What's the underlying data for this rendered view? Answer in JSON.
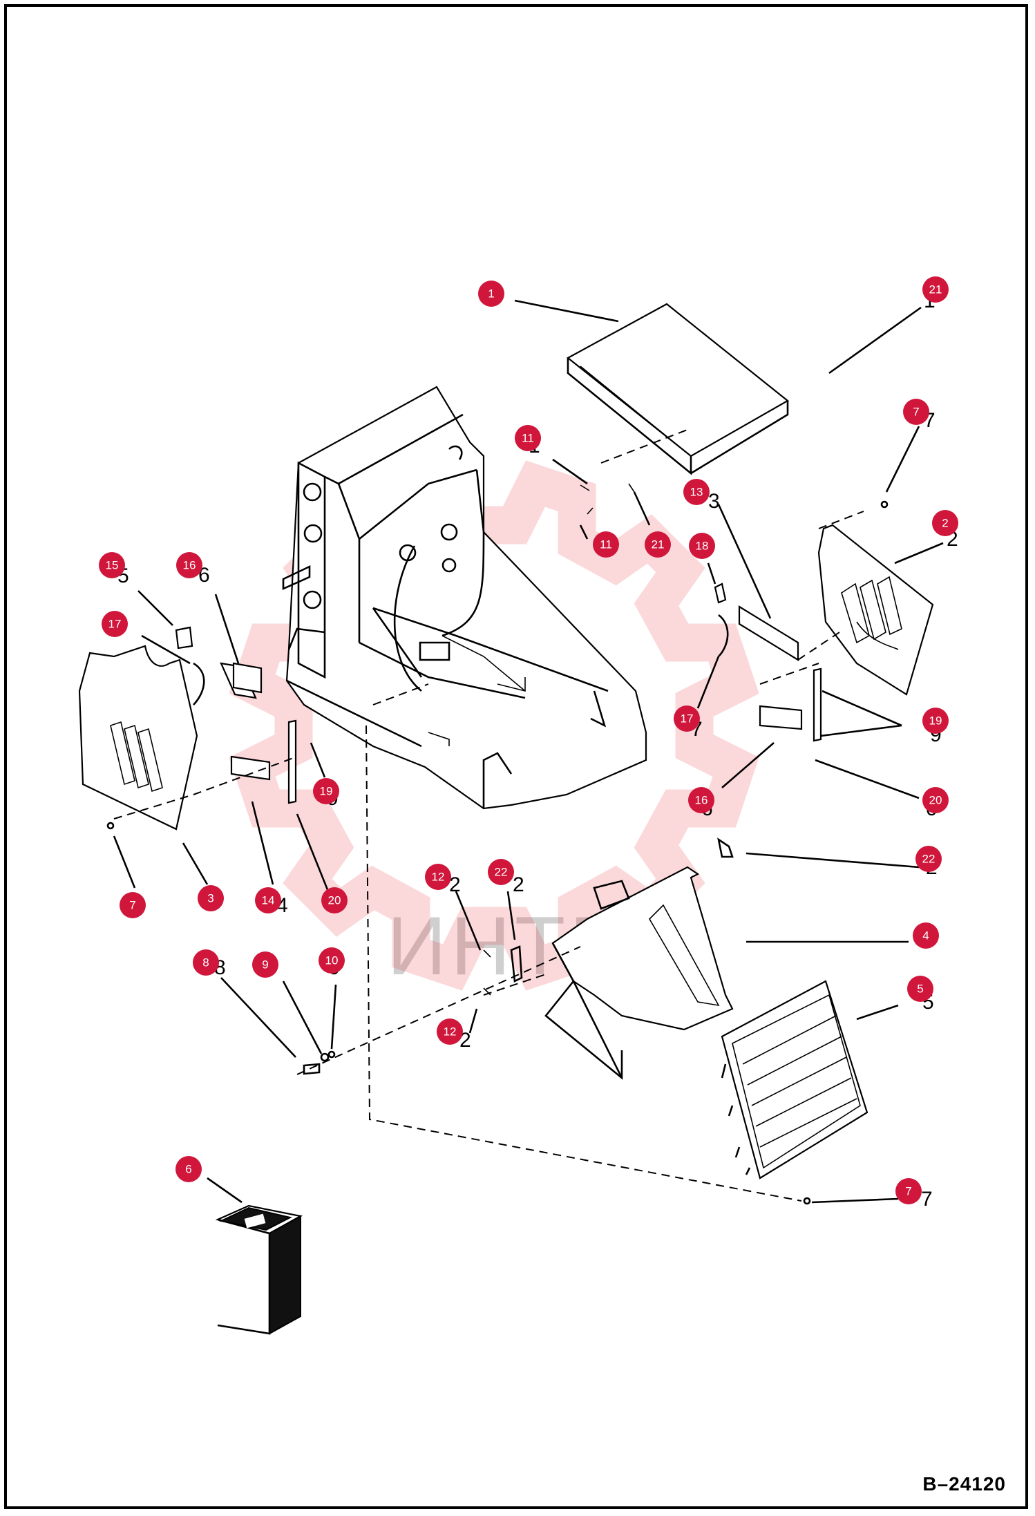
{
  "drawing_number": "B–24120",
  "watermark_text": "ИНТЕХ",
  "watermark_color": "#e8202a",
  "callout_color": "#d0163a",
  "callouts": [
    "1",
    "21",
    "7",
    "11",
    "13",
    "2",
    "21",
    "11",
    "18",
    "15",
    "16",
    "17",
    "17",
    "19",
    "19",
    "16",
    "20",
    "7",
    "3",
    "14",
    "20",
    "22",
    "12",
    "22",
    "4",
    "8",
    "9",
    "10",
    "5",
    "12",
    "6",
    "7"
  ]
}
